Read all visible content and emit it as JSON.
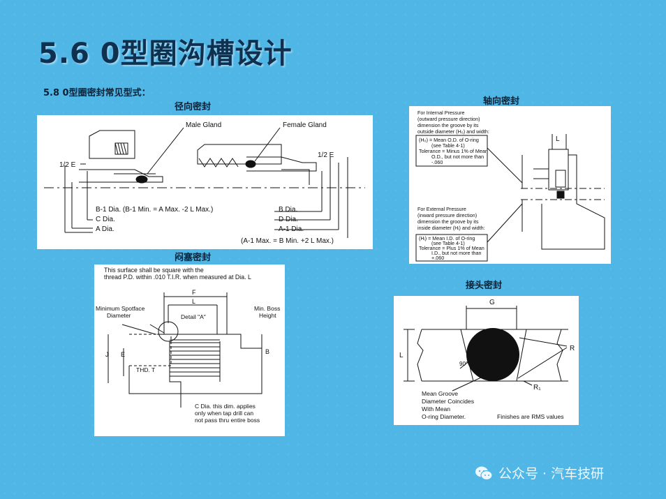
{
  "slide": {
    "title": "5.6 0型圈沟槽设计",
    "subtitle": "5.8 0型圈密封常见型式："
  },
  "captions": {
    "radial": "径向密封",
    "axial": "轴向密封",
    "boss": "闷塞密封",
    "fitting": "接头密封"
  },
  "radial_diagram": {
    "male_gland": "Male Gland",
    "female_gland": "Female Gland",
    "half_e_left": "1/2 E",
    "half_e_right": "1/2 E",
    "b1_dia": "B-1 Dia. (B-1 Min. = A Max. -2 L Max.)",
    "c_dia": "C Dia.",
    "a_dia": "A Dia.",
    "b_dia": "B Dia.",
    "d_dia": "D Dia.",
    "a1_dia": "A-1 Dia.",
    "a1_note": "(A-1 Max. = B Min. +2 L Max.)"
  },
  "axial_diagram": {
    "internal_lines": [
      "For Internal Pressure",
      "(outward pressure direction)",
      "dimension the groove by its",
      "outside diameter (H₀) and width:"
    ],
    "internal_box": [
      "(H₀) = Mean O.D. of O-ring",
      "(see Table 4-1)",
      "Tolerance = Minus 1% of Mean",
      "O.D., but not more than",
      "-.060"
    ],
    "external_lines": [
      "For External Pressure",
      "(inward pressure direction)",
      "dimension the groove by its",
      "inside diameter (Hᵢ) and width:"
    ],
    "external_box": [
      "(Hᵢ) = Mean I.D. of O-ring",
      "(see Table 4-1)",
      "Tolerance = Plus 1% of Mean",
      "I.D., but not more than",
      "+.060"
    ],
    "l_label": "L"
  },
  "boss_diagram": {
    "top_note_1": "This surface shall be square with the",
    "top_note_2": "thread P.D. within .010 T.I.R. when measured at Dia. L",
    "spotface_1": "Minimum Spotface",
    "spotface_2": "Diameter",
    "detail": "Detail \"A\"",
    "f": "F",
    "l": "L",
    "min_boss_1": "Min. Boss",
    "min_boss_2": "Height",
    "j": "J",
    "e": "E",
    "b": "B",
    "thd": "THD. T",
    "c_note_1": "C Dia. this dim. applies",
    "c_note_2": "only when tap drill can",
    "c_note_3": "not pass thru entire boss"
  },
  "fitting_diagram": {
    "g": "G",
    "l": "L",
    "r": "R",
    "r1": "R₁",
    "angle": "90°",
    "mean_1": "Mean Groove",
    "mean_2": "Diameter Coincides",
    "mean_3": "With Mean",
    "mean_4": "O-ring Diameter.",
    "finish": "Finishes are RMS values"
  },
  "watermark": {
    "text": "公众号 · 汽车技研"
  }
}
